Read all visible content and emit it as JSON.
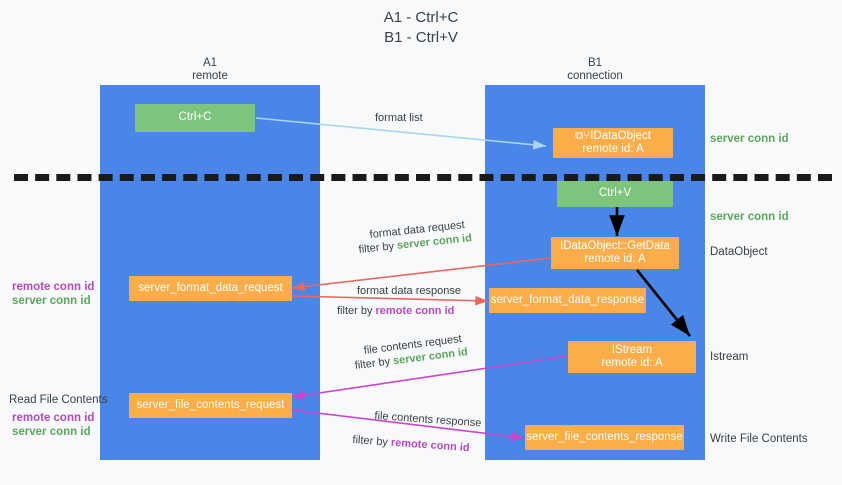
{
  "title": {
    "line1": "A1 - Ctrl+C",
    "line2": "B1 - Ctrl+V"
  },
  "lanes": [
    {
      "name": "A1",
      "sub": "remote"
    },
    {
      "name": "B1",
      "sub": "connection"
    }
  ],
  "boxes": {
    "ctrl_c": "Ctrl+C",
    "ctrl_v": "Ctrl+V",
    "idataobject_line1": "⧉⑂IDataObject",
    "idataobject_line2": "remote id: A",
    "getdata_line1": "IDataObject::GetData",
    "getdata_line2": "remote id: A",
    "istream_line1": "IStream",
    "istream_line2": "remote id: A",
    "server_format_data_request": "server_format_data_request",
    "server_format_data_response": "server_format_data_response",
    "server_file_contents_request": "server_file_contents_request",
    "server_file_contents_response": "server_file_contents_response"
  },
  "right_labels": {
    "server_conn_id_top": "server conn id",
    "server_conn_id_mid": "server conn id",
    "dataobject": "DataObject",
    "istream": "Istream",
    "write_file_contents": "Write File Contents"
  },
  "left_labels": {
    "remote_conn_id_1": "remote conn id",
    "server_conn_id_1": "server conn id",
    "read_file_contents": "Read File Contents",
    "remote_conn_id_2": "remote conn id",
    "server_conn_id_2": "server conn id"
  },
  "edge_labels": {
    "format_list": "format list",
    "format_data_request": "format data request",
    "format_data_request_filter_prefix": "filter by ",
    "format_data_request_filter_value": "server conn id",
    "format_data_response": "format data response",
    "format_data_response_filter_prefix": "filter by ",
    "format_data_response_filter_value": "remote conn id",
    "file_contents_request": "file contents request",
    "file_contents_request_filter_prefix": "filter by ",
    "file_contents_request_filter_value": "server conn id",
    "file_contents_response": "file contents response",
    "file_contents_response_filter_prefix": "filter by ",
    "file_contents_response_filter_value": "remote conn id"
  },
  "colors": {
    "lane": "#4a86e8",
    "green_box": "#7dc47d",
    "orange_box": "#fbad49",
    "server_conn_id": "#5aa75a",
    "remote_conn_id": "#b44ac0",
    "arrow_format_list": "#a8d5f2",
    "arrow_format_data": "#e8685d",
    "arrow_file_contents": "#cc44cc",
    "arrow_flow": "#000000",
    "divider": "#1a1a1a"
  }
}
